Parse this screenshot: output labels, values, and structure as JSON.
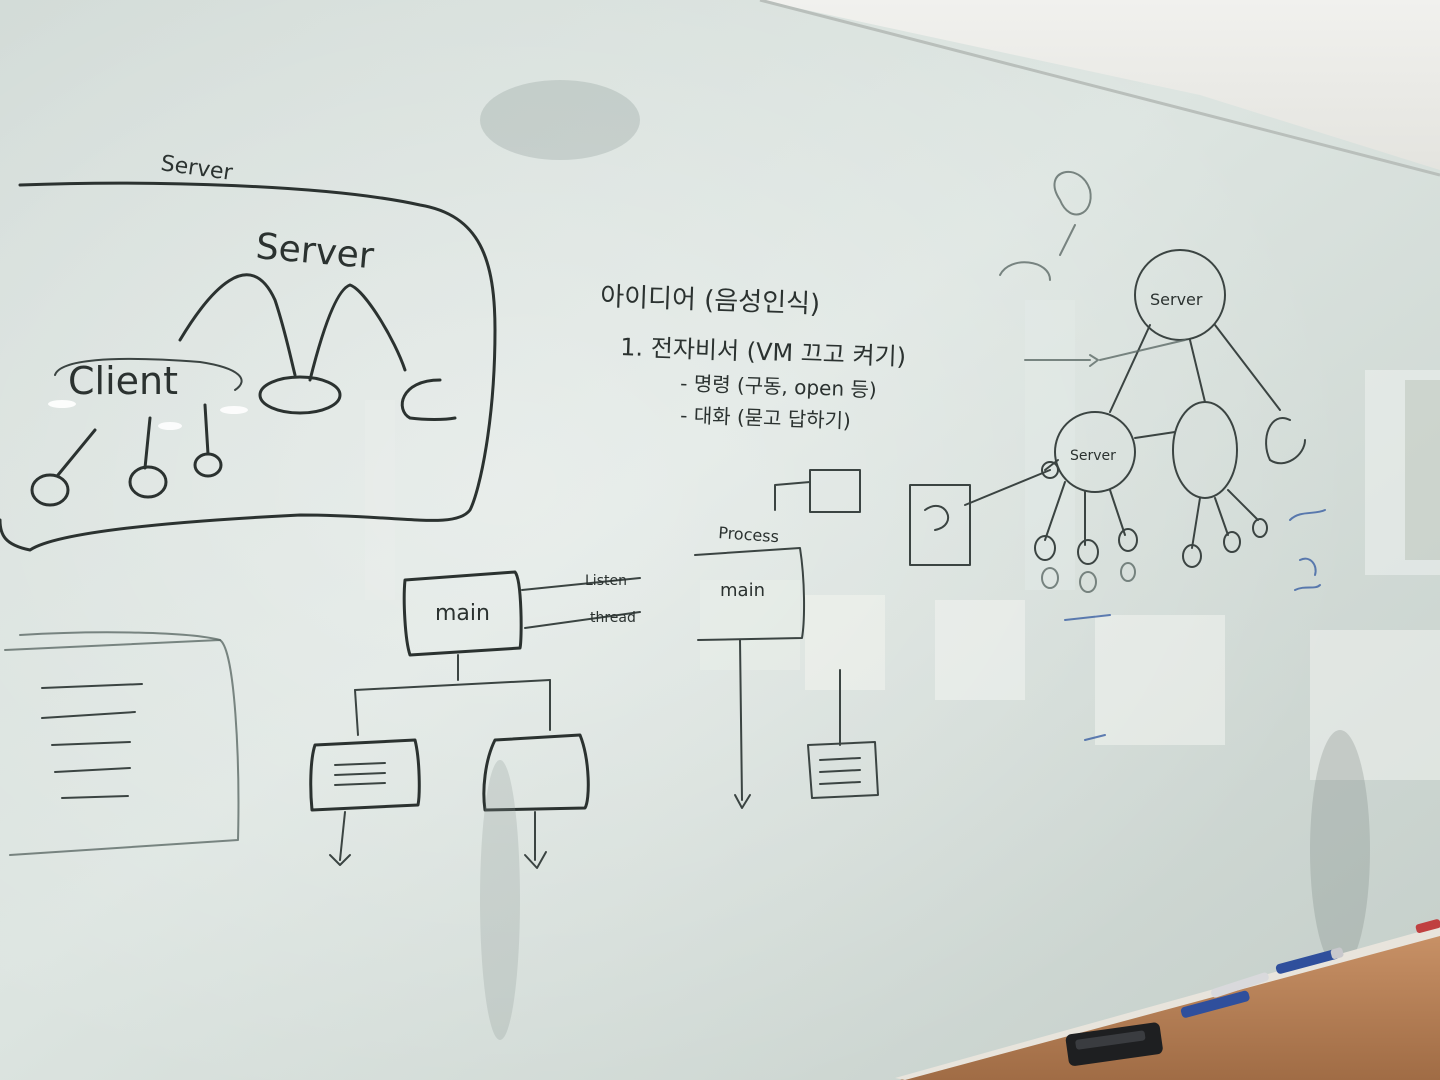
{
  "whiteboard": {
    "left_diagram": {
      "caption": "Server",
      "server_label": "Server",
      "client_label": "Client",
      "c_label": "C"
    },
    "idea_notes": {
      "title": "아이디어 (음성인식)",
      "item1": "1. 전자비서 (VM 끄고 켜기)",
      "sub1": "- 명령 (구동, open 등)",
      "sub2": "- 대화 (묻고 답하기)"
    },
    "flow_diagram": {
      "main_label": "main",
      "process_label": "Process",
      "process_main_label": "main",
      "arrow_label_1": "Listen",
      "arrow_label_2": "thread"
    },
    "right_diagram": {
      "server_top_label": "Server",
      "server_mid_label": "Server"
    }
  },
  "colors": {
    "board": "#d7e0dc",
    "marker_black": "#2b3230",
    "marker_blue": "#3a5fa3",
    "ledge_wood": "#b57f55"
  }
}
